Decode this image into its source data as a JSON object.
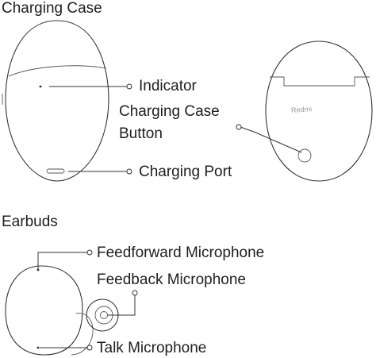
{
  "sections": {
    "charging_case": {
      "title": "Charging Case",
      "labels": {
        "indicator": "Indicator",
        "button_line1": "Charging Case",
        "button_line2": "Button",
        "charging_port": "Charging Port"
      },
      "brand_text": "Redmi"
    },
    "earbuds": {
      "title": "Earbuds",
      "labels": {
        "feedforward_mic": "Feedforward Microphone",
        "feedback_mic": "Feedback Microphone",
        "talk_mic": "Talk Microphone"
      }
    }
  },
  "colors": {
    "line": "#333333",
    "text": "#1e1e1e",
    "brand_text": "#9a9a9a",
    "background": "#ffffff"
  }
}
